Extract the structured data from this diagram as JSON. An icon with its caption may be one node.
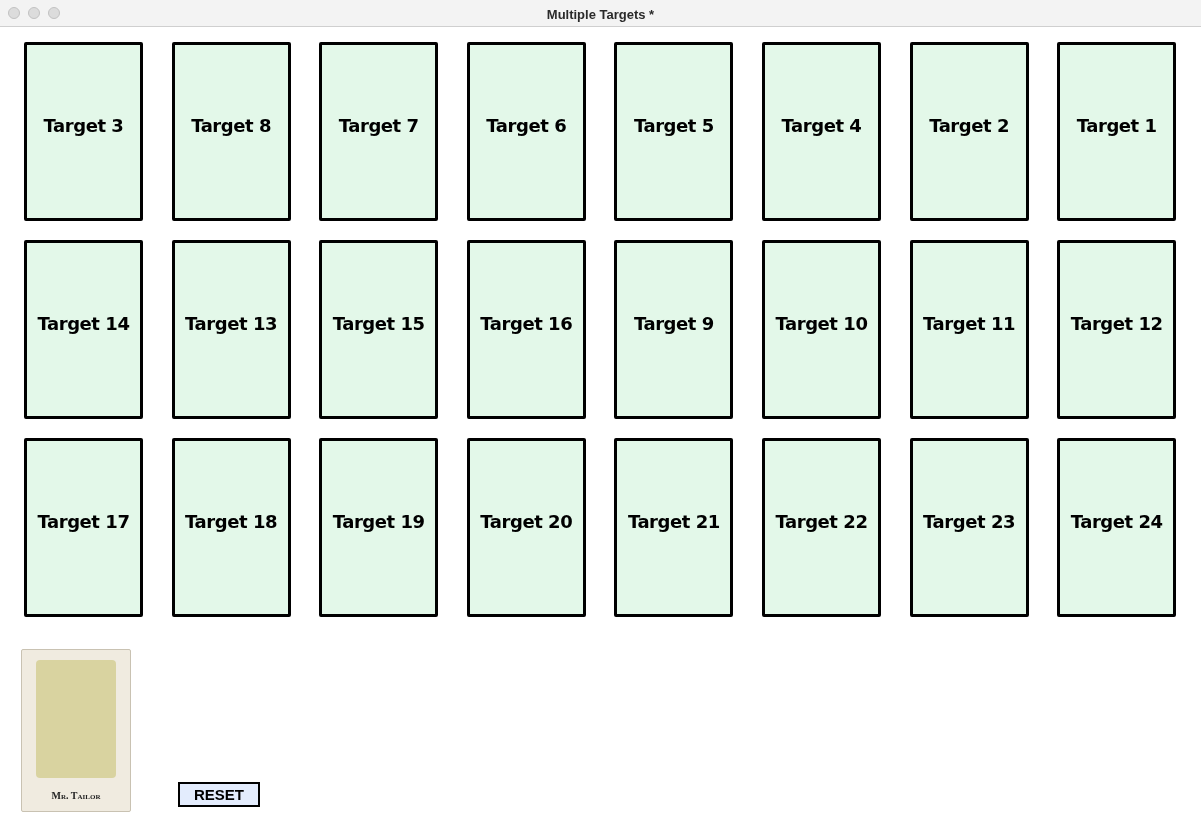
{
  "diagram": {
    "title": "Multiple Targets *",
    "nodes": [
      {
        "text": [
          "Target 3"
        ]
      },
      {
        "text": [
          "Target 8"
        ]
      },
      {
        "text": [
          "Target 7"
        ]
      },
      {
        "text": [
          "Target 6"
        ]
      },
      {
        "text": [
          "Target 5"
        ]
      },
      {
        "text": [
          "Target 4"
        ]
      },
      {
        "text": [
          "Target 2"
        ]
      },
      {
        "text": [
          "Target 1"
        ]
      },
      {
        "text": [
          "Target 14"
        ]
      },
      {
        "text": [
          "Target 13"
        ]
      },
      {
        "text": [
          "Target 15"
        ]
      },
      {
        "text": [
          "Target 16"
        ]
      },
      {
        "text": [
          "Target 9"
        ]
      },
      {
        "text": [
          "Target 10"
        ]
      },
      {
        "text": [
          "Target 11"
        ]
      },
      {
        "text": [
          "Target 12"
        ]
      },
      {
        "text": [
          "Target 17"
        ]
      },
      {
        "text": [
          "Target 18"
        ]
      },
      {
        "text": [
          "Target 19"
        ]
      },
      {
        "text": [
          "Target 20"
        ]
      },
      {
        "text": [
          "Target 21"
        ]
      },
      {
        "text": [
          "Target 22"
        ]
      },
      {
        "text": [
          "Target 23"
        ]
      },
      {
        "text": [
          "Target 24"
        ]
      },
      {
        "text": [
          "Mr. Tailor"
        ]
      }
    ],
    "edges": [],
    "labels": [
      "RESET"
    ]
  }
}
